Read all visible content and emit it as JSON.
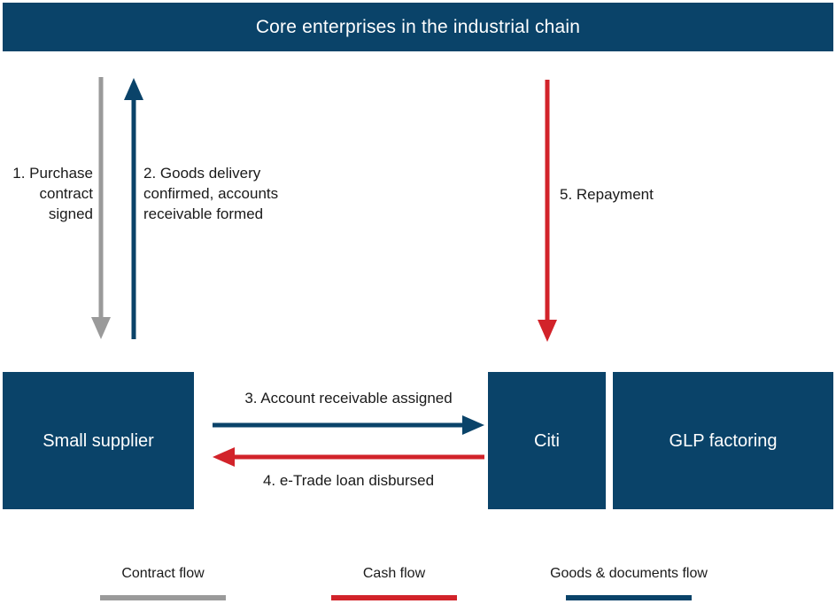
{
  "header": {
    "title": "Core enterprises in the industrial chain"
  },
  "entities": {
    "supplier": "Small supplier",
    "citi": "Citi",
    "glp": "GLP factoring"
  },
  "flows": {
    "step1": "1. Purchase\ncontract\nsigned",
    "step2": "2. Goods delivery\nconfirmed, accounts\nreceivable formed",
    "step3": "3. Account receivable assigned",
    "step4": "4. e-Trade loan disbursed",
    "step5": "5. Repayment"
  },
  "legend": {
    "items": [
      {
        "label": "Contract flow",
        "color": "#9a9a9a"
      },
      {
        "label": "Cash flow",
        "color": "#d2232a"
      },
      {
        "label": "Goods & documents flow",
        "color": "#0a4369"
      }
    ]
  },
  "colors": {
    "navy": "#0a4369",
    "red": "#d2232a",
    "gray": "#9a9a9a",
    "text": "#1a1a1a",
    "background": "#ffffff"
  }
}
